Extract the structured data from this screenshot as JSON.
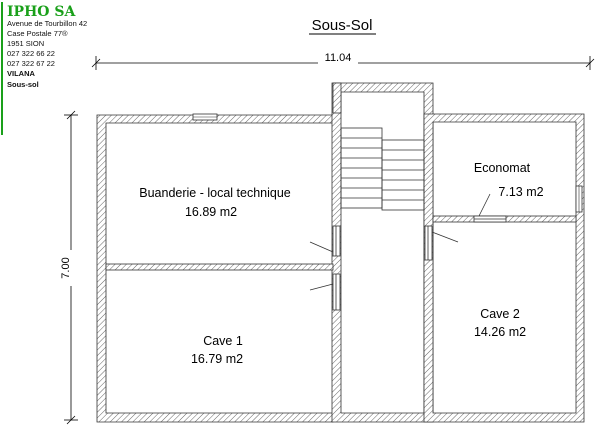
{
  "company": {
    "name": "IPHO SA",
    "address_lines": [
      "Avenue de Tourbillon 42",
      "Case Postale 77®",
      "1951 SION",
      "027 322 66 22",
      "027 322 67 22"
    ],
    "project": "VILANA",
    "level": "Sous-sol",
    "accent_color": "#1aa01a"
  },
  "title": "Sous-Sol",
  "dimensions": {
    "width": "11.04",
    "height": "7.00"
  },
  "rooms": [
    {
      "name": "Buanderie - local technique",
      "area": "16.89 m2"
    },
    {
      "name": "Economat",
      "area": "7.13 m2"
    },
    {
      "name": "Cave 1",
      "area": "16.79 m2"
    },
    {
      "name": "Cave 2",
      "area": "14.26 m2"
    }
  ]
}
